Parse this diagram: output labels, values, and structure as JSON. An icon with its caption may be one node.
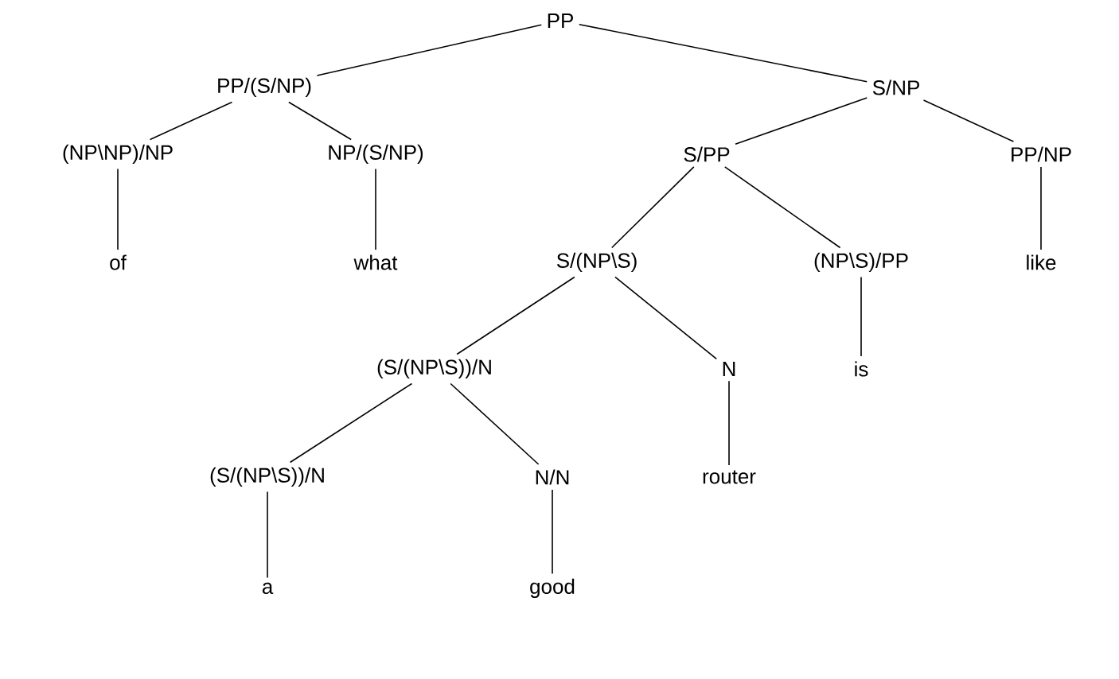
{
  "diagram": {
    "nodes": [
      {
        "text": [
          "PP"
        ]
      },
      {
        "text": [
          "PP/(S/NP)"
        ]
      },
      {
        "text": [
          "S/NP"
        ]
      },
      {
        "text": [
          "(NP\\NP)/NP"
        ]
      },
      {
        "text": [
          "NP/(S/NP)"
        ]
      },
      {
        "text": [
          "S/PP"
        ]
      },
      {
        "text": [
          "PP/NP"
        ]
      },
      {
        "text": [
          "of"
        ]
      },
      {
        "text": [
          "what"
        ]
      },
      {
        "text": [
          "S/(NP\\S)"
        ]
      },
      {
        "text": [
          "(NP\\S)/PP"
        ]
      },
      {
        "text": [
          "like"
        ]
      },
      {
        "text": [
          "(S/(NP\\S))/N"
        ]
      },
      {
        "text": [
          "N"
        ]
      },
      {
        "text": [
          "is"
        ]
      },
      {
        "text": [
          "(S/(NP\\S))/N"
        ]
      },
      {
        "text": [
          "N/N"
        ]
      },
      {
        "text": [
          "router"
        ]
      },
      {
        "text": [
          "a"
        ]
      },
      {
        "text": [
          "good"
        ]
      }
    ],
    "edges": [
      {
        "from": 0,
        "to": 1,
        "arrow": "none"
      },
      {
        "from": 0,
        "to": 2,
        "arrow": "none"
      },
      {
        "from": 1,
        "to": 3,
        "arrow": "none"
      },
      {
        "from": 1,
        "to": 4,
        "arrow": "none"
      },
      {
        "from": 2,
        "to": 5,
        "arrow": "none"
      },
      {
        "from": 2,
        "to": 6,
        "arrow": "none"
      },
      {
        "from": 3,
        "to": 7,
        "arrow": "none"
      },
      {
        "from": 4,
        "to": 8,
        "arrow": "none"
      },
      {
        "from": 5,
        "to": 9,
        "arrow": "none"
      },
      {
        "from": 5,
        "to": 10,
        "arrow": "none"
      },
      {
        "from": 6,
        "to": 11,
        "arrow": "none"
      },
      {
        "from": 9,
        "to": 12,
        "arrow": "none"
      },
      {
        "from": 9,
        "to": 13,
        "arrow": "none"
      },
      {
        "from": 10,
        "to": 14,
        "arrow": "none"
      },
      {
        "from": 12,
        "to": 15,
        "arrow": "none"
      },
      {
        "from": 12,
        "to": 16,
        "arrow": "none"
      },
      {
        "from": 13,
        "to": 17,
        "arrow": "none"
      },
      {
        "from": 15,
        "to": 18,
        "arrow": "none"
      },
      {
        "from": 16,
        "to": 19,
        "arrow": "none"
      }
    ]
  }
}
